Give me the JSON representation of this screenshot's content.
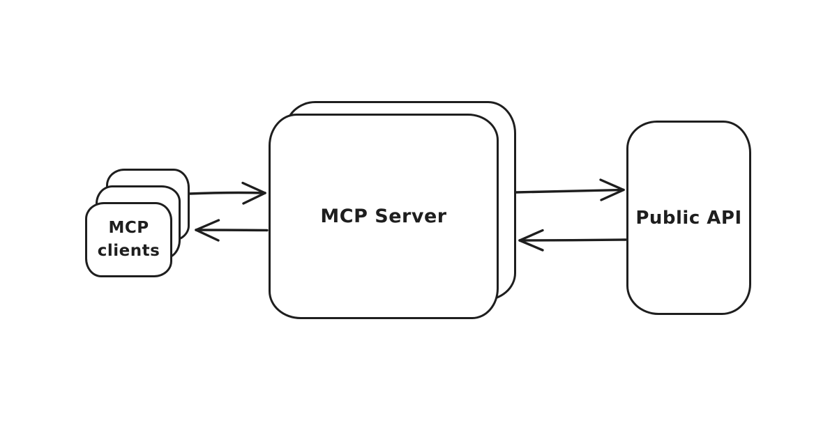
{
  "diagram": {
    "background_color": "#ffffff",
    "stroke_color": "#1e1e1e",
    "style": "hand-drawn sketch",
    "nodes": {
      "mcp_clients": {
        "label": "MCP clients",
        "shape": "stacked-rounded-rectangle",
        "stack_count": 3
      },
      "mcp_server": {
        "label": "MCP Server",
        "shape": "stacked-rounded-rectangle",
        "stack_count": 2
      },
      "public_api": {
        "label": "Public API",
        "shape": "rounded-rectangle"
      }
    },
    "arrows": [
      {
        "from": "MCP clients",
        "to": "MCP Server",
        "direction": "right"
      },
      {
        "from": "MCP Server",
        "to": "MCP clients",
        "direction": "left"
      },
      {
        "from": "MCP Server",
        "to": "Public API",
        "direction": "right"
      },
      {
        "from": "Public API",
        "to": "MCP Server",
        "direction": "left"
      }
    ]
  }
}
